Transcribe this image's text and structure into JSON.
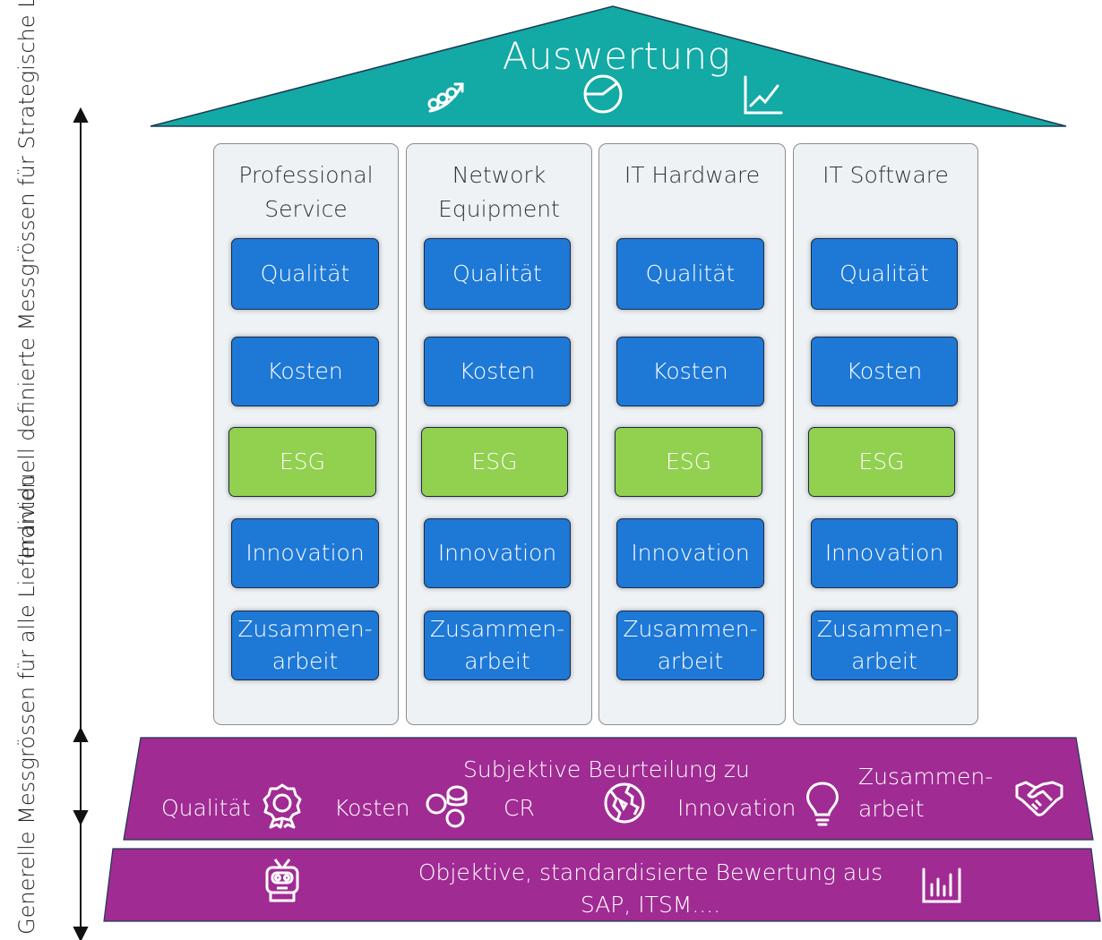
{
  "roof": {
    "title": "Auswertung",
    "icons": [
      "growth-chart-icon",
      "pie-chart-icon",
      "line-chart-icon"
    ],
    "color": "#13a9a4"
  },
  "side_labels": {
    "individual": "Individuell definierte Messgrössen für\nStrategische Lieferanten",
    "general": "Generelle Messgrössen für\nalle Lieferanten"
  },
  "pillars": [
    {
      "title": "Professional\nService",
      "tiles": [
        "Qualität",
        "Kosten",
        "ESG",
        "Innovation",
        "Zusammen-\narbeit"
      ]
    },
    {
      "title": "Network\nEquipment",
      "tiles": [
        "Qualität",
        "Kosten",
        "ESG",
        "Innovation",
        "Zusammen-\narbeit"
      ]
    },
    {
      "title": "IT Hardware",
      "tiles": [
        "Qualität",
        "Kosten",
        "ESG",
        "Innovation",
        "Zusammen-\narbeit"
      ]
    },
    {
      "title": "IT Software",
      "tiles": [
        "Qualität",
        "Kosten",
        "ESG",
        "Innovation",
        "Zusammen-\narbeit"
      ]
    }
  ],
  "subjective_band": {
    "title": "Subjektive Beurteilung zu",
    "items": [
      {
        "label": "Qualität",
        "icon": "award-icon"
      },
      {
        "label": "Kosten",
        "icon": "coins-icon"
      },
      {
        "label": "CR",
        "icon": "globe-icon"
      },
      {
        "label": "Innovation",
        "icon": "lightbulb-icon"
      },
      {
        "label": "Zusammen-\narbeit",
        "icon": "handshake-icon"
      }
    ],
    "color": "#a02b93"
  },
  "objective_band": {
    "text": "Objektive, standardisierte Bewertung aus\nSAP, ITSM....",
    "icons": [
      "robot-icon",
      "bar-chart-icon"
    ],
    "color": "#a02b93"
  },
  "colors": {
    "tile_blue": "#1e78d6",
    "tile_green": "#92d050",
    "pillar_bg": "#eef2f5"
  }
}
